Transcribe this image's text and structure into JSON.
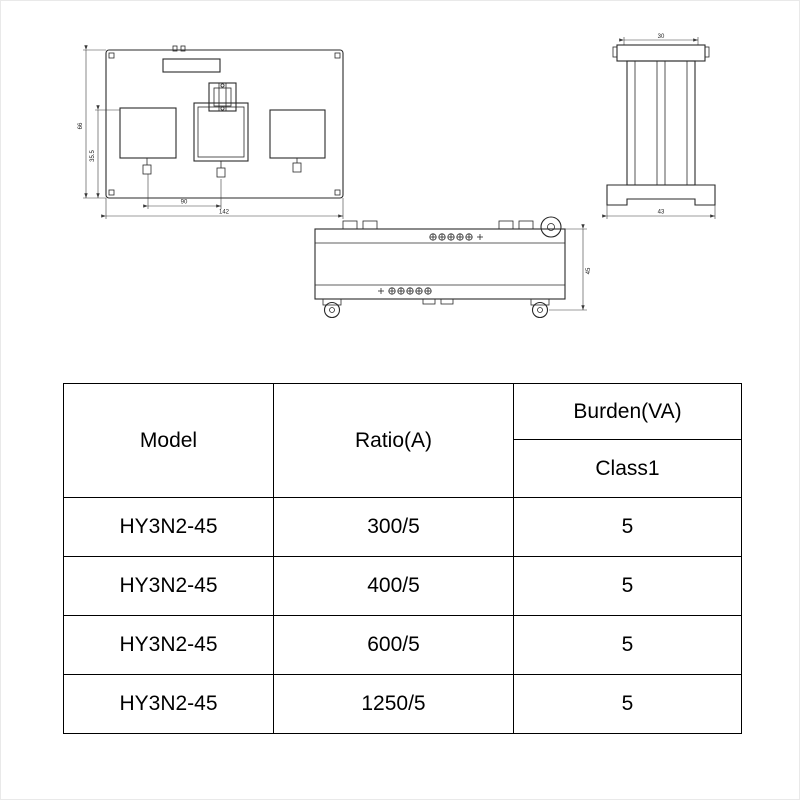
{
  "drawings": {
    "front_view": {
      "dim_height": "66",
      "dim_inner_height": "35.5",
      "dim_width_inner": "90",
      "dim_width_total": "142"
    },
    "side_view": {
      "dim_top_width": "30",
      "dim_bottom_width": "43"
    },
    "bottom_view": {
      "dim_side_height": "45"
    }
  },
  "table": {
    "col_model": "Model",
    "col_ratio": "Ratio(A)",
    "col_burden": "Burden(VA)",
    "col_class": "Class1",
    "rows": [
      {
        "model": "HY3N2-45",
        "ratio": "300/5",
        "burden": "5"
      },
      {
        "model": "HY3N2-45",
        "ratio": "400/5",
        "burden": "5"
      },
      {
        "model": "HY3N2-45",
        "ratio": "600/5",
        "burden": "5"
      },
      {
        "model": "HY3N2-45",
        "ratio": "1250/5",
        "burden": "5"
      }
    ]
  }
}
